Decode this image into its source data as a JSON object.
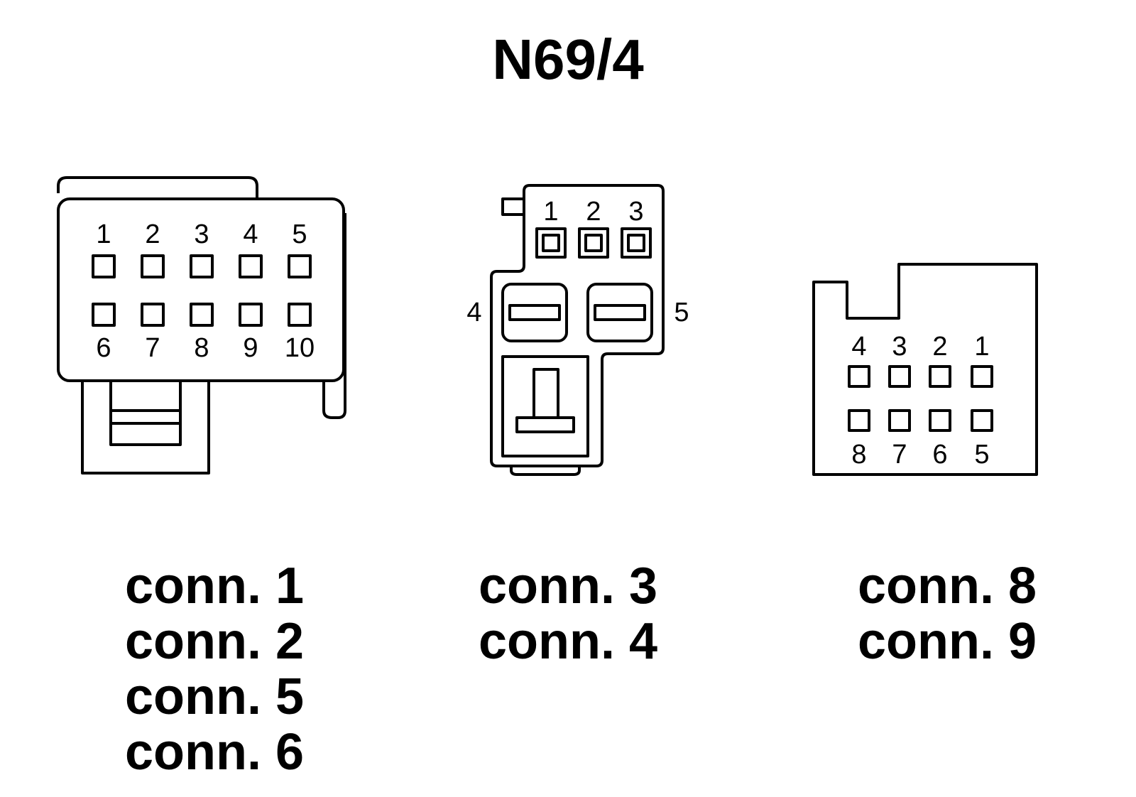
{
  "title": "N69/4",
  "connectors": [
    {
      "id": "left",
      "pins_top": [
        "1",
        "2",
        "3",
        "4",
        "5"
      ],
      "pins_bottom": [
        "6",
        "7",
        "8",
        "9",
        "10"
      ],
      "labels": [
        "conn. 1",
        "conn. 2",
        "conn. 5",
        "conn. 6"
      ]
    },
    {
      "id": "middle",
      "pins_top": [
        "1",
        "2",
        "3"
      ],
      "pin_left": "4",
      "pin_right": "5",
      "labels": [
        "conn. 3",
        "conn. 4"
      ]
    },
    {
      "id": "right",
      "pins_top": [
        "4",
        "3",
        "2",
        "1"
      ],
      "pins_bottom": [
        "8",
        "7",
        "6",
        "5"
      ],
      "labels": [
        "conn. 8",
        "conn. 9"
      ]
    }
  ]
}
